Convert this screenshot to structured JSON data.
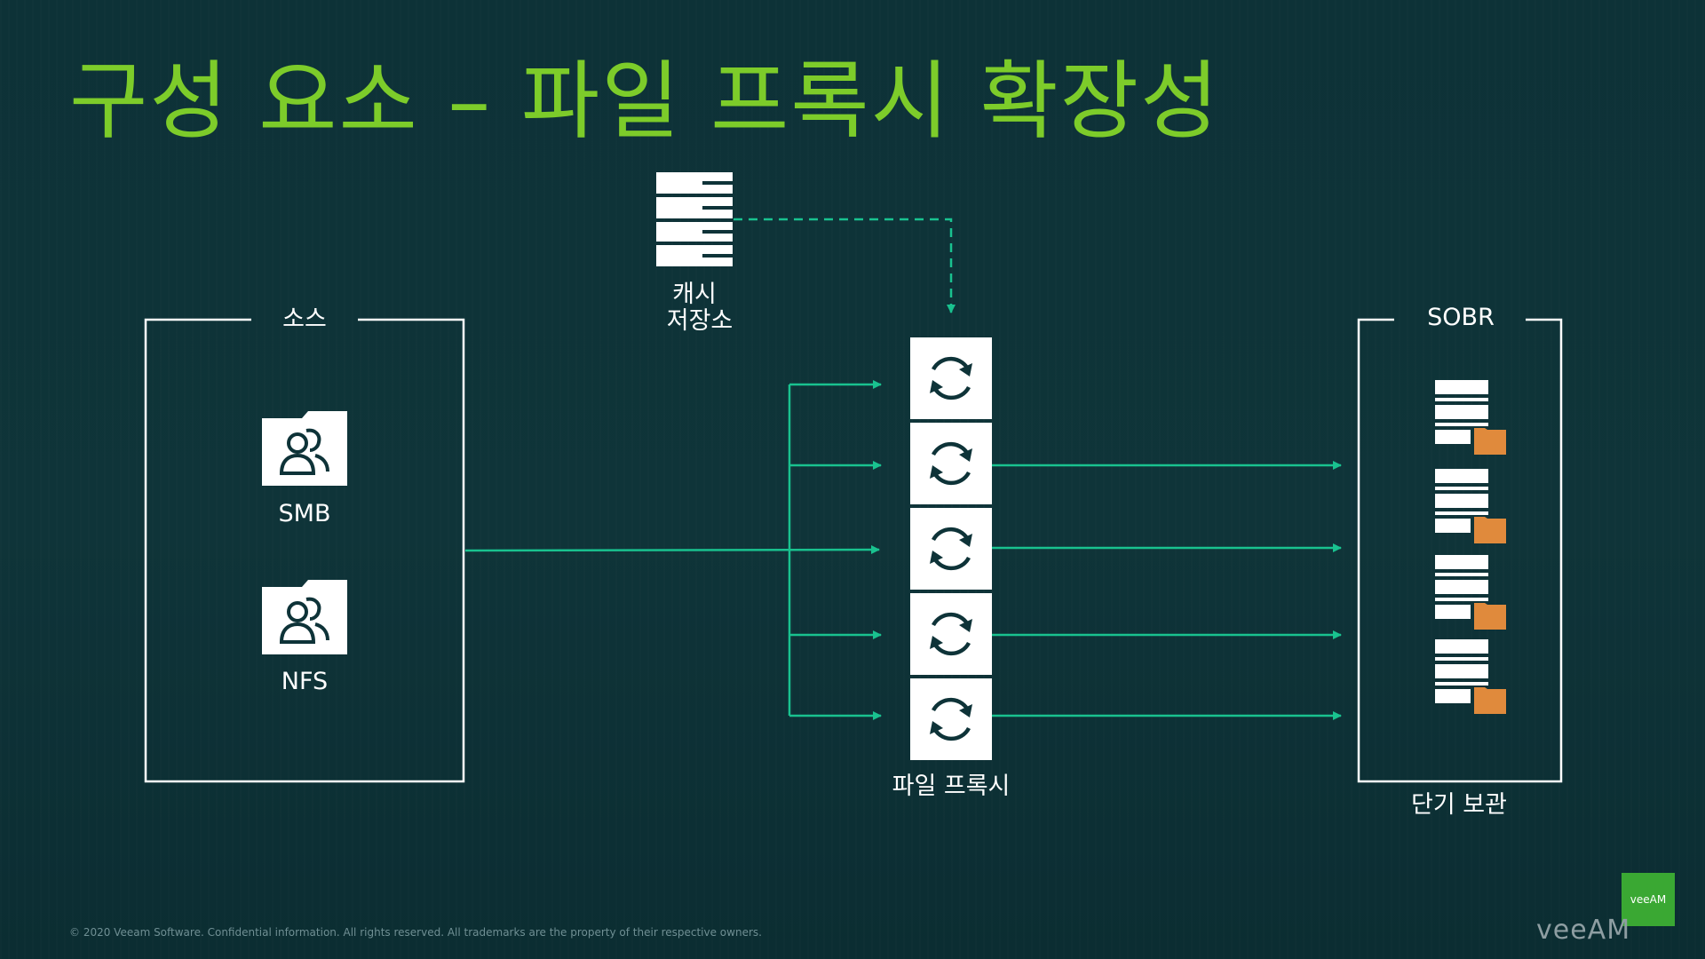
{
  "title": "구성 요소 – 파일 프록시 확장성",
  "source_box": {
    "label": "소스",
    "shares": [
      {
        "label": "SMB",
        "icon": "shared-folder-users-icon"
      },
      {
        "label": "NFS",
        "icon": "shared-folder-users-icon"
      }
    ]
  },
  "cache": {
    "label_line1": "캐시",
    "label_line2": "저장소",
    "icon": "server-stack-icon"
  },
  "proxies": {
    "label": "파일 프록시",
    "count": 5,
    "icon": "sync-arrows-icon"
  },
  "sobr": {
    "label": "SOBR",
    "caption": "단기 보관",
    "extent_count": 4,
    "icon": "repository-extent-icon"
  },
  "footer": {
    "copyright": "© 2020 Veeam Software. Confidential information. All rights reserved. All trademarks are the property of their respective owners."
  },
  "brand": {
    "badge": "veeAM",
    "wordmark": "veeAM"
  },
  "colors": {
    "background": "#0e3338",
    "title": "#7dcc2a",
    "connector": "#19c28f",
    "folder_accent": "#e08a3c",
    "brand_green": "#3aa833"
  }
}
